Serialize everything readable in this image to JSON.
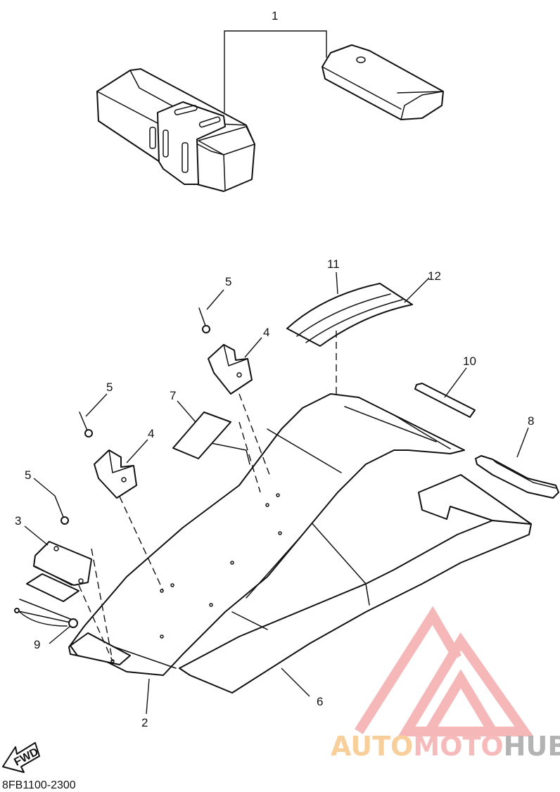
{
  "drawing_code": "8FB1100-2300",
  "fwd_label": "FWD",
  "callouts": [
    "1",
    "2",
    "3",
    "4",
    "4",
    "5",
    "5",
    "5",
    "6",
    "7",
    "8",
    "9",
    "10",
    "11",
    "12"
  ],
  "watermark": {
    "brand_parts": [
      "AUTO",
      "MOTO",
      "HUB"
    ],
    "colors": [
      "#f6c07a",
      "#f4a3a3",
      "#9a9a9a"
    ]
  }
}
